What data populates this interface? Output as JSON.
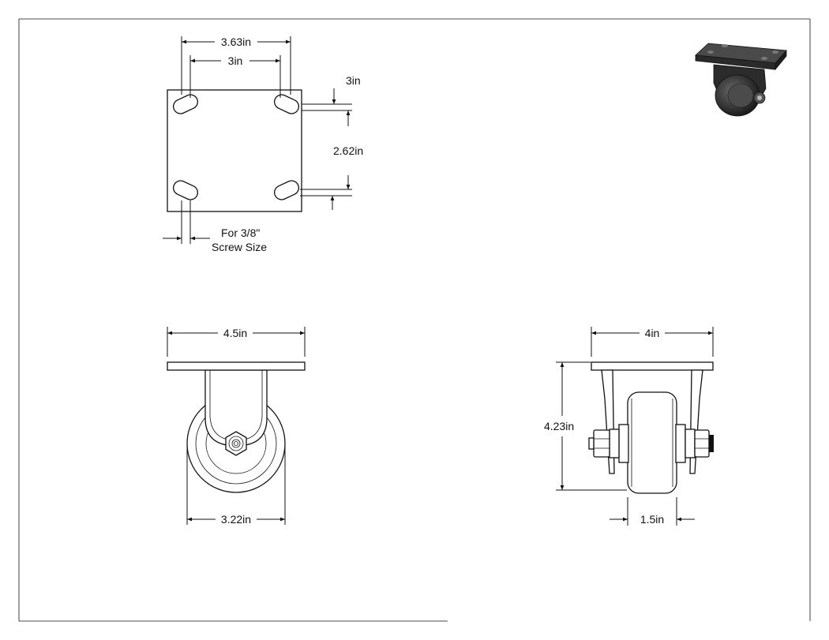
{
  "dimensions": {
    "plate_width": "3.63in",
    "bolt_spacing_x": "3in",
    "bolt_spacing_y": "3in",
    "plate_length": "2.62in",
    "screw_size_line1": "For 3/8\"",
    "screw_size_line2": "Screw Size",
    "front_plate_width": "4.5in",
    "wheel_diameter": "3.22in",
    "side_plate_width": "4in",
    "overall_height": "4.23in",
    "wheel_width": "1.5in"
  },
  "colors": {
    "line": "#111111",
    "background": "#ffffff",
    "render_dark": "#3a3a3a"
  },
  "icons": {
    "thumbnail": "caster-3d-render-icon"
  }
}
